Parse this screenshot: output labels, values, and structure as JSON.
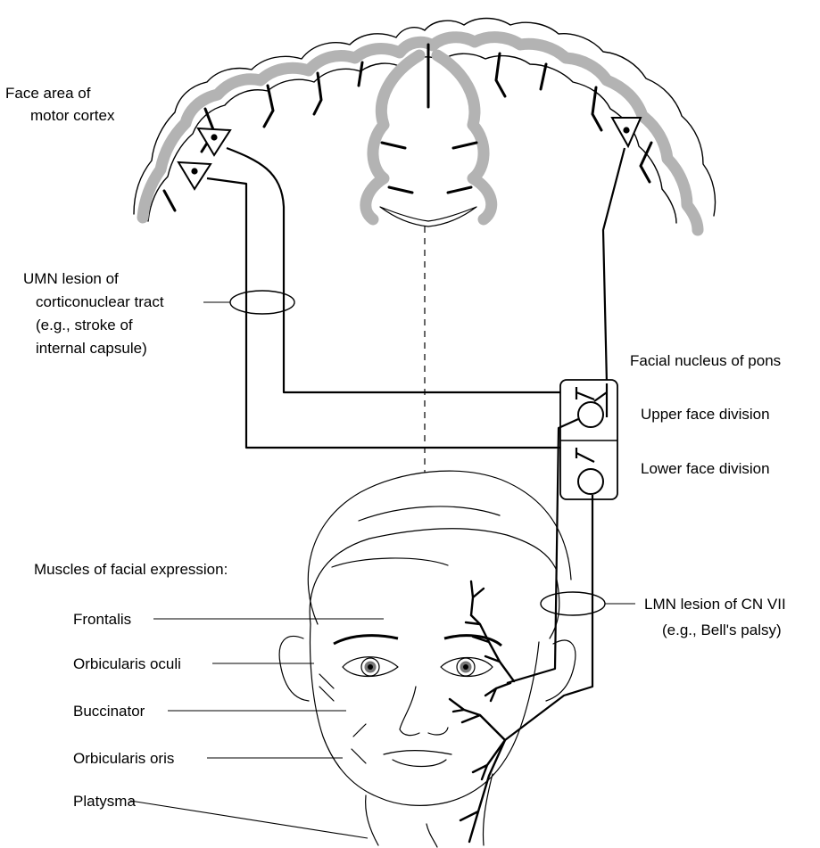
{
  "labels": {
    "face_area": [
      "Face area of",
      "motor cortex"
    ],
    "umn_lesion": [
      "UMN lesion of",
      "corticonuclear tract",
      "(e.g., stroke of",
      "internal capsule)"
    ],
    "facial_nucleus": "Facial nucleus of pons",
    "upper_face": "Upper face division",
    "lower_face": "Lower face division",
    "muscles_heading": "Muscles of facial expression:",
    "lmn_lesion": [
      "LMN lesion of CN VII",
      "(e.g., Bell's palsy)"
    ],
    "muscles": [
      "Frontalis",
      "Orbicularis oculi",
      "Buccinator",
      "Orbicularis oris",
      "Platysma"
    ]
  },
  "colors": {
    "cortex_gray": "#b3b3b3",
    "line": "#000000"
  }
}
